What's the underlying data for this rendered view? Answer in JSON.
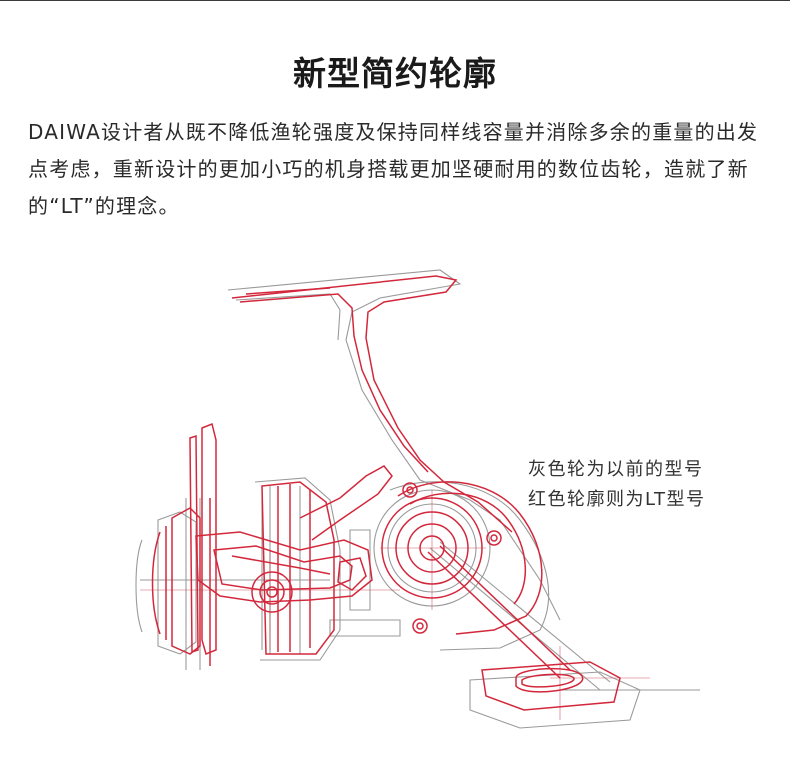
{
  "title": "新型简约轮廓",
  "intro": "DAIWA设计者从既不降低渔轮强度及保持同样线容量并消除多余的重量的出发点考虑，重新设计的更加小巧的机身搭载更加坚硬耐用的数位齿轮，造就了新的“LT”的理念。",
  "legend": {
    "gray": "灰色轮为以前的型号",
    "red": "红色轮廓则为LT型号"
  },
  "colors": {
    "new_outline": "#d3283c",
    "old_outline": "#9a9a9a",
    "text": "#222222"
  }
}
